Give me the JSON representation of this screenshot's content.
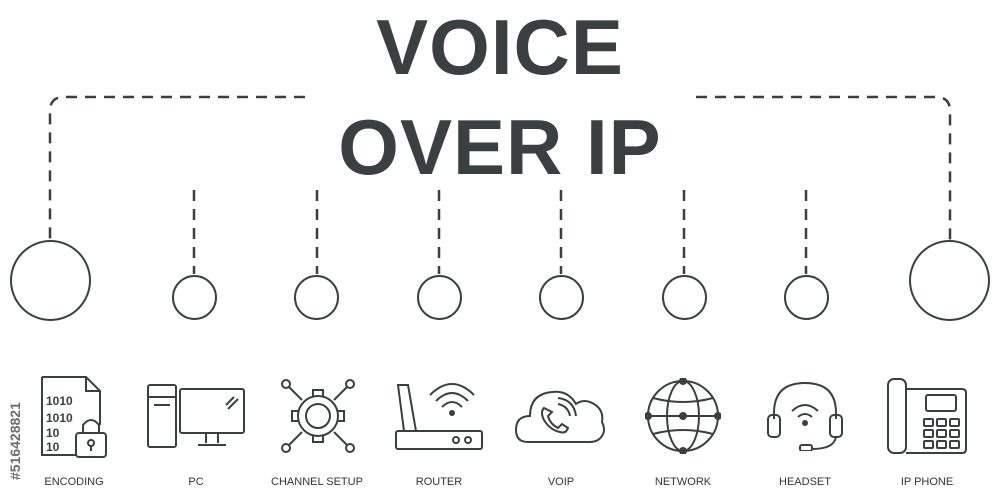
{
  "title": {
    "line1": "VOICE",
    "line2": "OVER IP"
  },
  "colors": {
    "stroke": "#3a3f3f",
    "background": "#ffffff"
  },
  "watermark": "#516428821",
  "items": [
    {
      "label": "ENCODING",
      "icon": "binary-file-lock-icon"
    },
    {
      "label": "PC",
      "icon": "desktop-computer-icon"
    },
    {
      "label": "CHANNEL SETUP",
      "icon": "gear-network-icon"
    },
    {
      "label": "ROUTER",
      "icon": "wifi-router-icon"
    },
    {
      "label": "VOIP",
      "icon": "cloud-phone-icon"
    },
    {
      "label": "NETWORK",
      "icon": "globe-network-icon"
    },
    {
      "label": "HEADSET",
      "icon": "headset-icon"
    },
    {
      "label": "IP PHONE",
      "icon": "ip-phone-icon"
    }
  ]
}
